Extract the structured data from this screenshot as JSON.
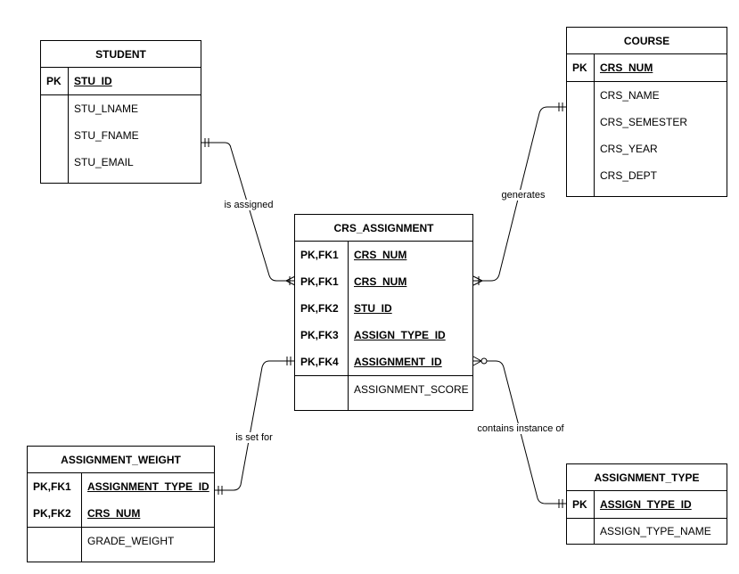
{
  "entities": {
    "student": {
      "title": "STUDENT",
      "key_rows": [
        {
          "key": "PK",
          "field": "STU_ID"
        }
      ],
      "attr_rows": [
        {
          "field": "STU_LNAME"
        },
        {
          "field": "STU_FNAME"
        },
        {
          "field": "STU_EMAIL"
        }
      ]
    },
    "course": {
      "title": "COURSE",
      "key_rows": [
        {
          "key": "PK",
          "field": "CRS_NUM"
        }
      ],
      "attr_rows": [
        {
          "field": "CRS_NAME"
        },
        {
          "field": "CRS_SEMESTER"
        },
        {
          "field": "CRS_YEAR"
        },
        {
          "field": "CRS_DEPT"
        }
      ]
    },
    "crs_assignment": {
      "title": "CRS_ASSIGNMENT",
      "key_rows": [
        {
          "key": "PK,FK1",
          "field": "CRS_NUM"
        },
        {
          "key": "PK,FK1",
          "field": "CRS_NUM"
        },
        {
          "key": "PK,FK2",
          "field": "STU_ID"
        },
        {
          "key": "PK,FK3",
          "field": "ASSIGN_TYPE_ID"
        },
        {
          "key": "PK,FK4",
          "field": "ASSIGNMENT_ID"
        }
      ],
      "attr_rows": [
        {
          "field": "ASSIGNMENT_SCORE"
        }
      ]
    },
    "assignment_weight": {
      "title": "ASSIGNMENT_WEIGHT",
      "key_rows": [
        {
          "key": "PK,FK1",
          "field": "ASSIGNMENT_TYPE_ID"
        },
        {
          "key": "PK,FK2",
          "field": "CRS_NUM"
        }
      ],
      "attr_rows": [
        {
          "field": "GRADE_WEIGHT"
        }
      ]
    },
    "assignment_type": {
      "title": "ASSIGNMENT_TYPE",
      "key_rows": [
        {
          "key": "PK",
          "field": "ASSIGN_TYPE_ID"
        }
      ],
      "attr_rows": [
        {
          "field": "ASSIGN_TYPE_NAME"
        }
      ]
    }
  },
  "relationships": {
    "is_assigned": {
      "label": "is  assigned",
      "from_end": "one-mandatory",
      "to_end": "many"
    },
    "generates": {
      "label": "generates",
      "from_end": "one-mandatory",
      "to_end": "many"
    },
    "is_set_for": {
      "label": "is set for",
      "from_end": "one-mandatory",
      "to_end": "one-mandatory"
    },
    "contains_instance_of": {
      "label": "contains instance of",
      "from_end": "zero-or-many",
      "to_end": "one-mandatory"
    }
  }
}
